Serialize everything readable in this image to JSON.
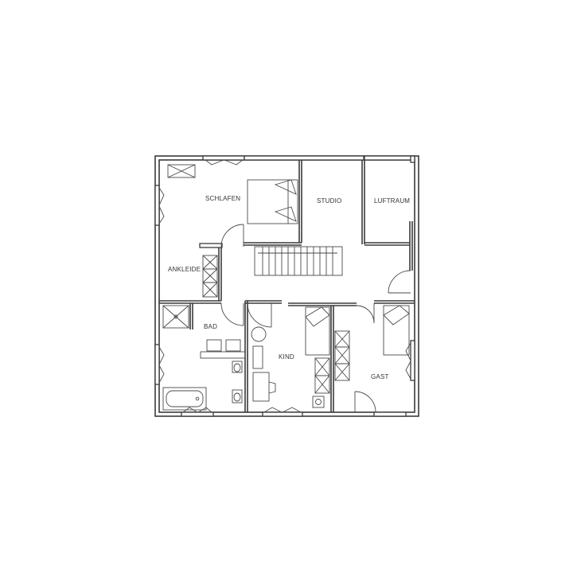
{
  "plan": {
    "rooms": [
      {
        "id": "schlafen",
        "label": "SCHLAFEN"
      },
      {
        "id": "studio",
        "label": "STUDIO"
      },
      {
        "id": "luftraum",
        "label": "LUFTRAUM"
      },
      {
        "id": "ankleide",
        "label": "ANKLEIDE"
      },
      {
        "id": "bad",
        "label": "BAD"
      },
      {
        "id": "kind",
        "label": "KIND"
      },
      {
        "id": "gast",
        "label": "GAST"
      }
    ],
    "colors": {
      "line": "#3a3a3a",
      "background": "#ffffff"
    }
  }
}
